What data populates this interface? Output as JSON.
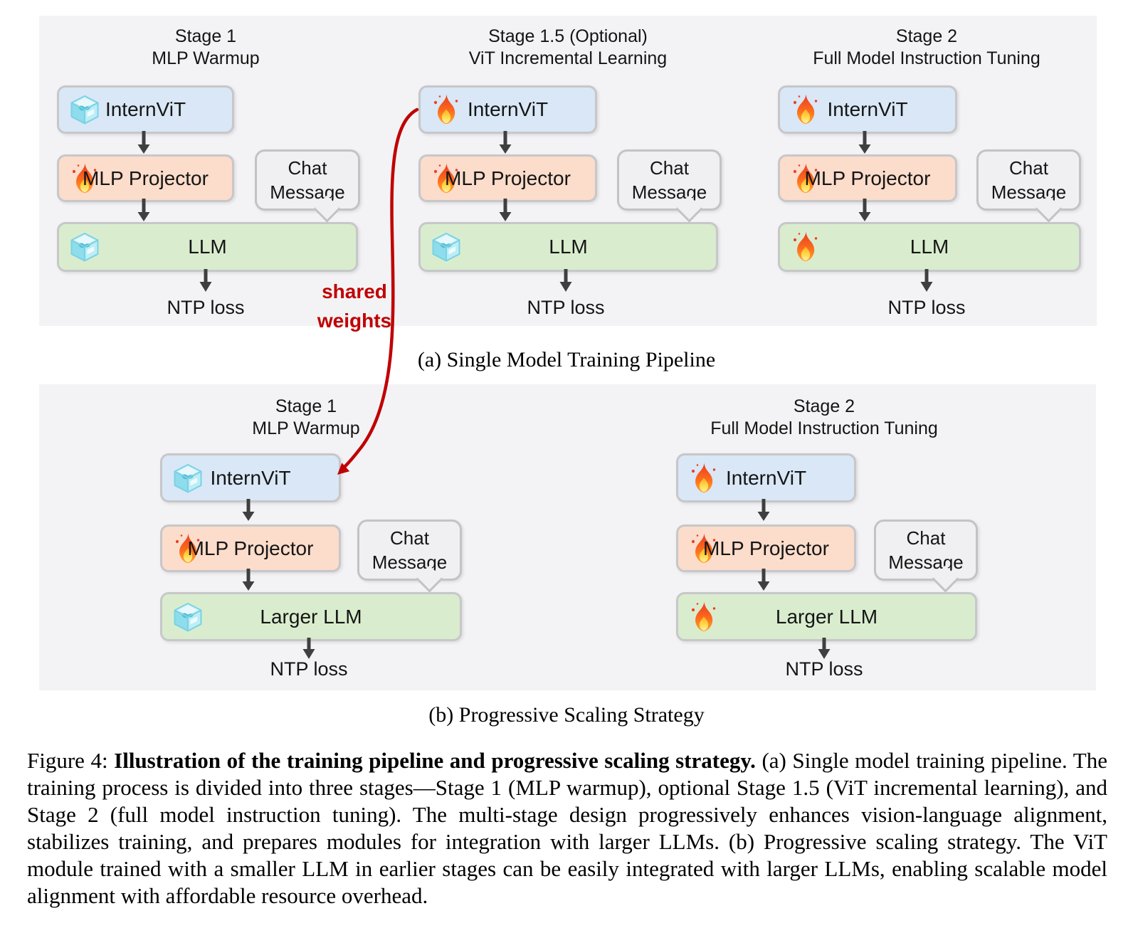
{
  "colors": {
    "frozen_box_blue": "#d9e7f6",
    "projector_peach": "#fcdccb",
    "llm_green": "#d9edce",
    "panel_gray": "#f3f3f5",
    "bubble_gray": "#f0f0f2",
    "shared_weights_red": "#c00000",
    "arrow_gray": "#3f3f3f"
  },
  "panel_a": {
    "label": "(a) Single Model Training Pipeline",
    "shared_weights": {
      "line1": "shared",
      "line2": "weights"
    },
    "columns": [
      {
        "stage": "Stage 1",
        "subtitle": "MLP Warmup",
        "vit": {
          "label": "InternViT",
          "state": "frozen",
          "icon": "frozen-icon"
        },
        "mlp": {
          "label": "MLP Projector",
          "state": "trainable",
          "icon": "fire-icon"
        },
        "chat": {
          "line1": "Chat",
          "line2": "Message"
        },
        "llm": {
          "label": "LLM",
          "state": "frozen",
          "icon": "frozen-icon"
        },
        "loss": "NTP loss"
      },
      {
        "stage": "Stage 1.5 (Optional)",
        "subtitle": "ViT Incremental Learning",
        "vit": {
          "label": "InternViT",
          "state": "trainable",
          "icon": "fire-icon"
        },
        "mlp": {
          "label": "MLP Projector",
          "state": "trainable",
          "icon": "fire-icon"
        },
        "chat": {
          "line1": "Chat",
          "line2": "Message"
        },
        "llm": {
          "label": "LLM",
          "state": "frozen",
          "icon": "frozen-icon"
        },
        "loss": "NTP loss"
      },
      {
        "stage": "Stage 2",
        "subtitle": "Full Model Instruction Tuning",
        "vit": {
          "label": "InternViT",
          "state": "trainable",
          "icon": "fire-icon"
        },
        "mlp": {
          "label": "MLP Projector",
          "state": "trainable",
          "icon": "fire-icon"
        },
        "chat": {
          "line1": "Chat",
          "line2": "Message"
        },
        "llm": {
          "label": "LLM",
          "state": "trainable",
          "icon": "fire-icon"
        },
        "loss": "NTP loss"
      }
    ]
  },
  "panel_b": {
    "label": "(b) Progressive Scaling Strategy",
    "columns": [
      {
        "stage": "Stage 1",
        "subtitle": "MLP Warmup",
        "vit": {
          "label": "InternViT",
          "state": "frozen",
          "icon": "frozen-icon"
        },
        "mlp": {
          "label": "MLP Projector",
          "state": "trainable",
          "icon": "fire-icon"
        },
        "chat": {
          "line1": "Chat",
          "line2": "Message"
        },
        "llm": {
          "label": "Larger LLM",
          "state": "frozen",
          "icon": "frozen-icon"
        },
        "loss": "NTP loss"
      },
      {
        "stage": "Stage 2",
        "subtitle": "Full Model Instruction Tuning",
        "vit": {
          "label": "InternViT",
          "state": "trainable",
          "icon": "fire-icon"
        },
        "mlp": {
          "label": "MLP Projector",
          "state": "trainable",
          "icon": "fire-icon"
        },
        "chat": {
          "line1": "Chat",
          "line2": "Message"
        },
        "llm": {
          "label": "Larger LLM",
          "state": "trainable",
          "icon": "fire-icon"
        },
        "loss": "NTP loss"
      }
    ]
  },
  "caption": {
    "prefix": "Figure 4: ",
    "bold": "Illustration of the training pipeline and progressive scaling strategy.",
    "rest": " (a) Single model training pipeline. The training process is divided into three stages—Stage 1 (MLP warmup), optional Stage 1.5 (ViT incremental learning), and Stage 2 (full model instruction tuning). The multi-stage design progressively enhances vision-language alignment, stabilizes training, and prepares modules for integration with larger LLMs. (b) Progressive scaling strategy. The ViT module trained with a smaller LLM in earlier stages can be easily integrated with larger LLMs, enabling scalable model alignment with affordable resource overhead."
  }
}
